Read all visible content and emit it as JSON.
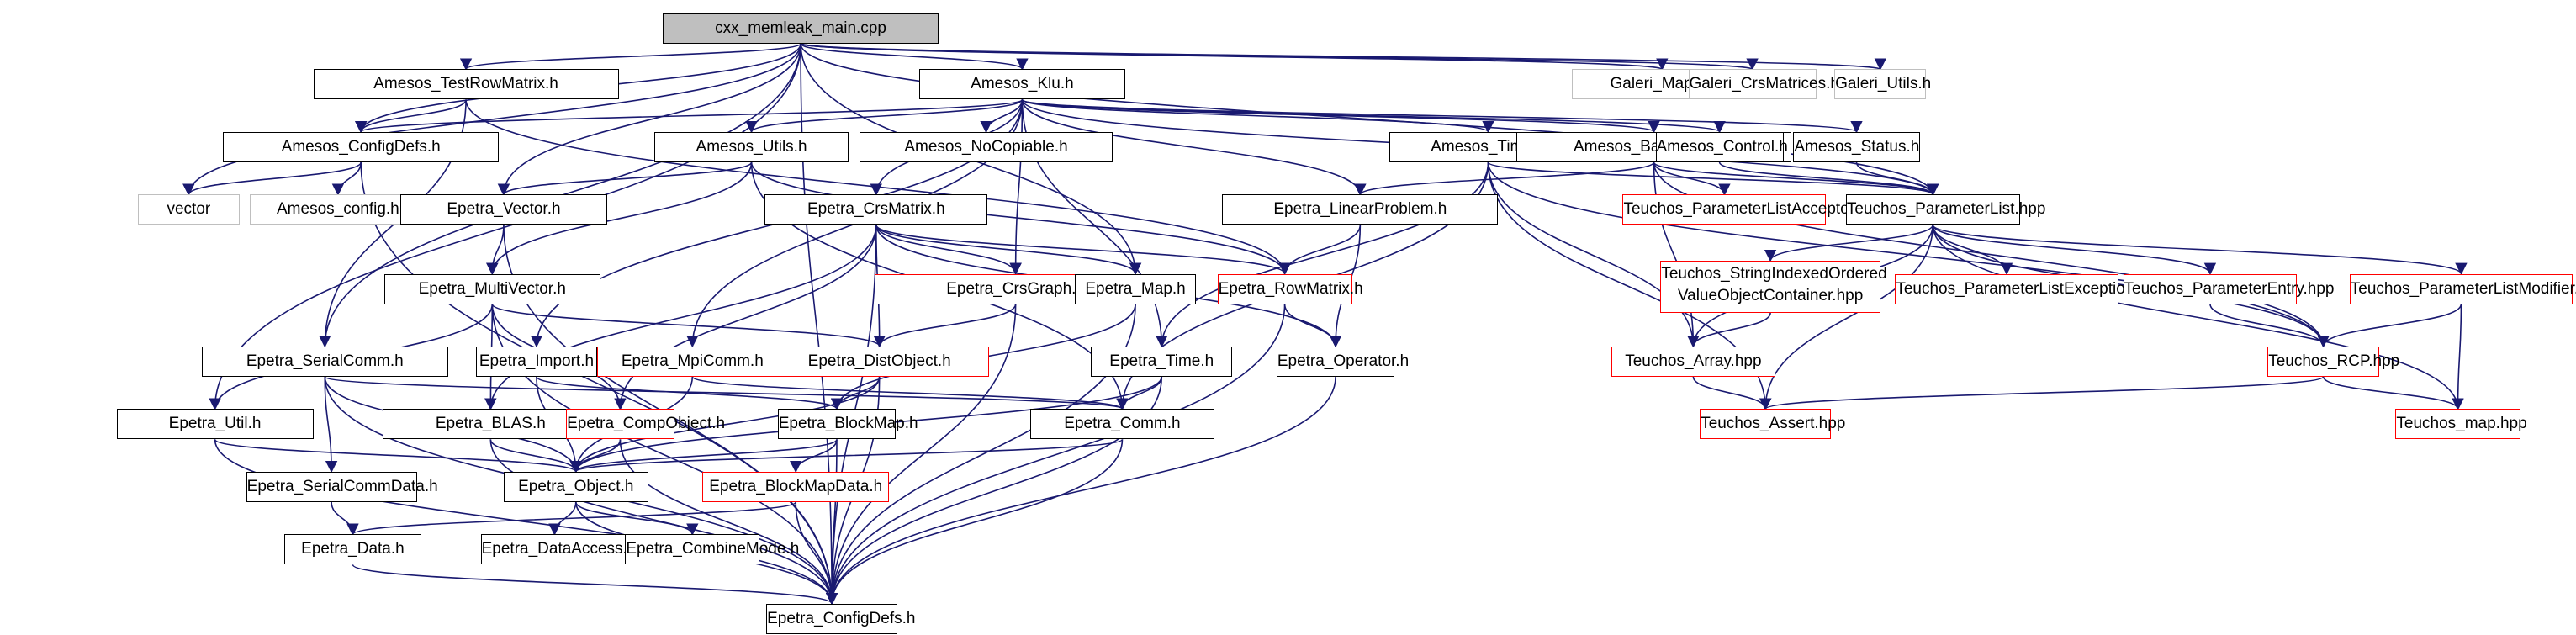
{
  "colors": {
    "edge": "#191970",
    "box_red": "#ff0000",
    "box_grey": "#bfbfbf",
    "root_fill": "#bfbfbf"
  },
  "nodes": {
    "cxx_memleak_main": "cxx_memleak_main.cpp",
    "amesos_testrowmatrix": "Amesos_TestRowMatrix.h",
    "amesos_klu": "Amesos_Klu.h",
    "galeri_maps": "Galeri_Maps.h",
    "galeri_crsmatrices": "Galeri_CrsMatrices.h",
    "galeri_utils": "Galeri_Utils.h",
    "amesos_configdefs": "Amesos_ConfigDefs.h",
    "amesos_utils": "Amesos_Utils.h",
    "amesos_nocopiable": "Amesos_NoCopiable.h",
    "amesos_time": "Amesos_Time.h",
    "amesos_basesolver": "Amesos_BaseSolver.h",
    "amesos_control": "Amesos_Control.h",
    "amesos_status": "Amesos_Status.h",
    "vector": "vector",
    "amesos_config": "Amesos_config.h",
    "epetra_vector": "Epetra_Vector.h",
    "epetra_crsmatrix": "Epetra_CrsMatrix.h",
    "epetra_linearproblem": "Epetra_LinearProblem.h",
    "teuchos_parameterlistacceptor": "Teuchos_ParameterListAcceptor.hpp",
    "teuchos_parameterlist": "Teuchos_ParameterList.hpp",
    "epetra_multivector": "Epetra_MultiVector.h",
    "epetra_crsgraph": "Epetra_CrsGraph.h",
    "epetra_map": "Epetra_Map.h",
    "epetra_rowmatrix": "Epetra_RowMatrix.h",
    "teuchos_stringindexed": "Teuchos_StringIndexedOrdered ValueObjectContainer.hpp",
    "teuchos_parameterlistexceptions": "Teuchos_ParameterListExceptions.hpp",
    "teuchos_parameterentry": "Teuchos_ParameterEntry.hpp",
    "teuchos_parameterlistmodifier": "Teuchos_ParameterListModifier.hpp",
    "epetra_serialcomm": "Epetra_SerialComm.h",
    "epetra_import": "Epetra_Import.h",
    "epetra_mpicomm": "Epetra_MpiComm.h",
    "epetra_distobject": "Epetra_DistObject.h",
    "epetra_time": "Epetra_Time.h",
    "epetra_operator": "Epetra_Operator.h",
    "teuchos_array": "Teuchos_Array.hpp",
    "teuchos_rcp": "Teuchos_RCP.hpp",
    "epetra_util": "Epetra_Util.h",
    "epetra_blas": "Epetra_BLAS.h",
    "epetra_compobject": "Epetra_CompObject.h",
    "epetra_blockmap": "Epetra_BlockMap.h",
    "epetra_comm": "Epetra_Comm.h",
    "teuchos_assert": "Teuchos_Assert.hpp",
    "teuchos_map": "Teuchos_map.hpp",
    "epetra_object": "Epetra_Object.h",
    "epetra_serialcommdata": "Epetra_SerialCommData.h",
    "epetra_blockmapdata": "Epetra_BlockMapData.h",
    "epetra_data": "Epetra_Data.h",
    "epetra_dataaccess": "Epetra_DataAccess.h",
    "epetra_combinemode": "Epetra_CombineMode.h",
    "epetra_configdefs": "Epetra_ConfigDefs.h"
  },
  "edges": [
    [
      "cxx_memleak_main",
      "amesos_testrowmatrix"
    ],
    [
      "cxx_memleak_main",
      "amesos_klu"
    ],
    [
      "cxx_memleak_main",
      "galeri_maps"
    ],
    [
      "cxx_memleak_main",
      "galeri_crsmatrices"
    ],
    [
      "cxx_memleak_main",
      "galeri_utils"
    ],
    [
      "cxx_memleak_main",
      "amesos_configdefs"
    ],
    [
      "cxx_memleak_main",
      "vector"
    ],
    [
      "cxx_memleak_main",
      "epetra_vector"
    ],
    [
      "cxx_memleak_main",
      "epetra_map"
    ],
    [
      "cxx_memleak_main",
      "teuchos_parameterlist"
    ],
    [
      "cxx_memleak_main",
      "epetra_serialcomm"
    ],
    [
      "cxx_memleak_main",
      "epetra_util"
    ],
    [
      "cxx_memleak_main",
      "epetra_configdefs"
    ],
    [
      "amesos_testrowmatrix",
      "amesos_configdefs"
    ],
    [
      "amesos_testrowmatrix",
      "epetra_rowmatrix"
    ],
    [
      "amesos_testrowmatrix",
      "epetra_serialcomm"
    ],
    [
      "amesos_klu",
      "amesos_configdefs"
    ],
    [
      "amesos_klu",
      "amesos_utils"
    ],
    [
      "amesos_klu",
      "amesos_nocopiable"
    ],
    [
      "amesos_klu",
      "amesos_time"
    ],
    [
      "amesos_klu",
      "amesos_basesolver"
    ],
    [
      "amesos_klu",
      "amesos_control"
    ],
    [
      "amesos_klu",
      "amesos_status"
    ],
    [
      "amesos_klu",
      "epetra_crsmatrix"
    ],
    [
      "amesos_klu",
      "epetra_linearproblem"
    ],
    [
      "amesos_klu",
      "epetra_crsgraph"
    ],
    [
      "amesos_klu",
      "epetra_import"
    ],
    [
      "amesos_klu",
      "epetra_mpicomm"
    ],
    [
      "amesos_klu",
      "epetra_time"
    ],
    [
      "amesos_klu",
      "teuchos_parameterlist"
    ],
    [
      "amesos_configdefs",
      "vector"
    ],
    [
      "amesos_configdefs",
      "amesos_config"
    ],
    [
      "amesos_configdefs",
      "epetra_configdefs"
    ],
    [
      "amesos_utils",
      "epetra_vector"
    ],
    [
      "amesos_utils",
      "epetra_multivector"
    ],
    [
      "amesos_utils",
      "epetra_rowmatrix"
    ],
    [
      "amesos_utils",
      "epetra_comm"
    ],
    [
      "amesos_time",
      "teuchos_parameterlist"
    ],
    [
      "amesos_time",
      "epetra_time"
    ],
    [
      "amesos_time",
      "epetra_comm"
    ],
    [
      "amesos_time",
      "teuchos_array"
    ],
    [
      "amesos_time",
      "teuchos_assert"
    ],
    [
      "amesos_time",
      "teuchos_rcp"
    ],
    [
      "amesos_basesolver",
      "epetra_linearproblem"
    ],
    [
      "amesos_basesolver",
      "teuchos_parameterlistacceptor"
    ],
    [
      "amesos_basesolver",
      "teuchos_parameterlist"
    ],
    [
      "amesos_basesolver",
      "teuchos_array"
    ],
    [
      "amesos_basesolver",
      "teuchos_rcp"
    ],
    [
      "amesos_control",
      "teuchos_parameterlist"
    ],
    [
      "amesos_status",
      "teuchos_parameterlist"
    ],
    [
      "epetra_vector",
      "epetra_multivector"
    ],
    [
      "epetra_vector",
      "epetra_configdefs"
    ],
    [
      "epetra_crsmatrix",
      "epetra_crsgraph"
    ],
    [
      "epetra_crsmatrix",
      "epetra_map"
    ],
    [
      "epetra_crsmatrix",
      "epetra_rowmatrix"
    ],
    [
      "epetra_crsmatrix",
      "epetra_distobject"
    ],
    [
      "epetra_crsmatrix",
      "epetra_compobject"
    ],
    [
      "epetra_crsmatrix",
      "epetra_blas"
    ],
    [
      "epetra_crsmatrix",
      "epetra_operator"
    ],
    [
      "epetra_crsmatrix",
      "epetra_configdefs"
    ],
    [
      "epetra_linearproblem",
      "epetra_rowmatrix"
    ],
    [
      "epetra_linearproblem",
      "epetra_operator"
    ],
    [
      "teuchos_parameterlist",
      "teuchos_stringindexed"
    ],
    [
      "teuchos_parameterlist",
      "teuchos_parameterlistexceptions"
    ],
    [
      "teuchos_parameterlist",
      "teuchos_parameterentry"
    ],
    [
      "teuchos_parameterlist",
      "teuchos_parameterlistmodifier"
    ],
    [
      "teuchos_parameterlist",
      "teuchos_rcp"
    ],
    [
      "teuchos_parameterlist",
      "teuchos_array"
    ],
    [
      "teuchos_parameterlist",
      "teuchos_assert"
    ],
    [
      "teuchos_parameterlist",
      "teuchos_map"
    ],
    [
      "epetra_multivector",
      "epetra_distobject"
    ],
    [
      "epetra_multivector",
      "epetra_compobject"
    ],
    [
      "epetra_multivector",
      "epetra_blas"
    ],
    [
      "epetra_multivector",
      "epetra_util"
    ],
    [
      "epetra_multivector",
      "epetra_configdefs"
    ],
    [
      "epetra_crsgraph",
      "epetra_distobject"
    ],
    [
      "epetra_crsgraph",
      "epetra_configdefs"
    ],
    [
      "epetra_map",
      "epetra_blockmap"
    ],
    [
      "epetra_map",
      "epetra_configdefs"
    ],
    [
      "epetra_rowmatrix",
      "epetra_operator"
    ],
    [
      "epetra_rowmatrix",
      "epetra_configdefs"
    ],
    [
      "teuchos_stringindexed",
      "teuchos_array"
    ],
    [
      "teuchos_parameterentry",
      "teuchos_rcp"
    ],
    [
      "teuchos_parameterlistmodifier",
      "teuchos_rcp"
    ],
    [
      "teuchos_parameterlistmodifier",
      "teuchos_map"
    ],
    [
      "epetra_serialcomm",
      "epetra_serialcommdata"
    ],
    [
      "epetra_serialcomm",
      "epetra_object"
    ],
    [
      "epetra_serialcomm",
      "epetra_comm"
    ],
    [
      "epetra_serialcomm",
      "epetra_configdefs"
    ],
    [
      "epetra_import",
      "epetra_object"
    ],
    [
      "epetra_import",
      "epetra_blockmap"
    ],
    [
      "epetra_mpicomm",
      "epetra_object"
    ],
    [
      "epetra_mpicomm",
      "epetra_comm"
    ],
    [
      "epetra_distobject",
      "epetra_blockmap"
    ],
    [
      "epetra_distobject",
      "epetra_object"
    ],
    [
      "epetra_distobject",
      "epetra_configdefs"
    ],
    [
      "epetra_time",
      "epetra_comm"
    ],
    [
      "epetra_time",
      "epetra_object"
    ],
    [
      "epetra_time",
      "epetra_configdefs"
    ],
    [
      "epetra_operator",
      "epetra_configdefs"
    ],
    [
      "teuchos_array",
      "teuchos_assert"
    ],
    [
      "teuchos_rcp",
      "teuchos_assert"
    ],
    [
      "teuchos_rcp",
      "teuchos_map"
    ],
    [
      "epetra_util",
      "epetra_object"
    ],
    [
      "epetra_util",
      "epetra_configdefs"
    ],
    [
      "epetra_blas",
      "epetra_object"
    ],
    [
      "epetra_blas",
      "epetra_configdefs"
    ],
    [
      "epetra_compobject",
      "epetra_object"
    ],
    [
      "epetra_compobject",
      "epetra_configdefs"
    ],
    [
      "epetra_blockmap",
      "epetra_object"
    ],
    [
      "epetra_blockmap",
      "epetra_blockmapdata"
    ],
    [
      "epetra_blockmap",
      "epetra_configdefs"
    ],
    [
      "epetra_comm",
      "epetra_object"
    ],
    [
      "epetra_comm",
      "epetra_configdefs"
    ],
    [
      "epetra_object",
      "epetra_dataaccess"
    ],
    [
      "epetra_object",
      "epetra_combinemode"
    ],
    [
      "epetra_object",
      "epetra_configdefs"
    ],
    [
      "epetra_serialcommdata",
      "epetra_data"
    ],
    [
      "epetra_blockmapdata",
      "epetra_data"
    ],
    [
      "epetra_blockmapdata",
      "epetra_configdefs"
    ],
    [
      "epetra_data",
      "epetra_configdefs"
    ]
  ]
}
